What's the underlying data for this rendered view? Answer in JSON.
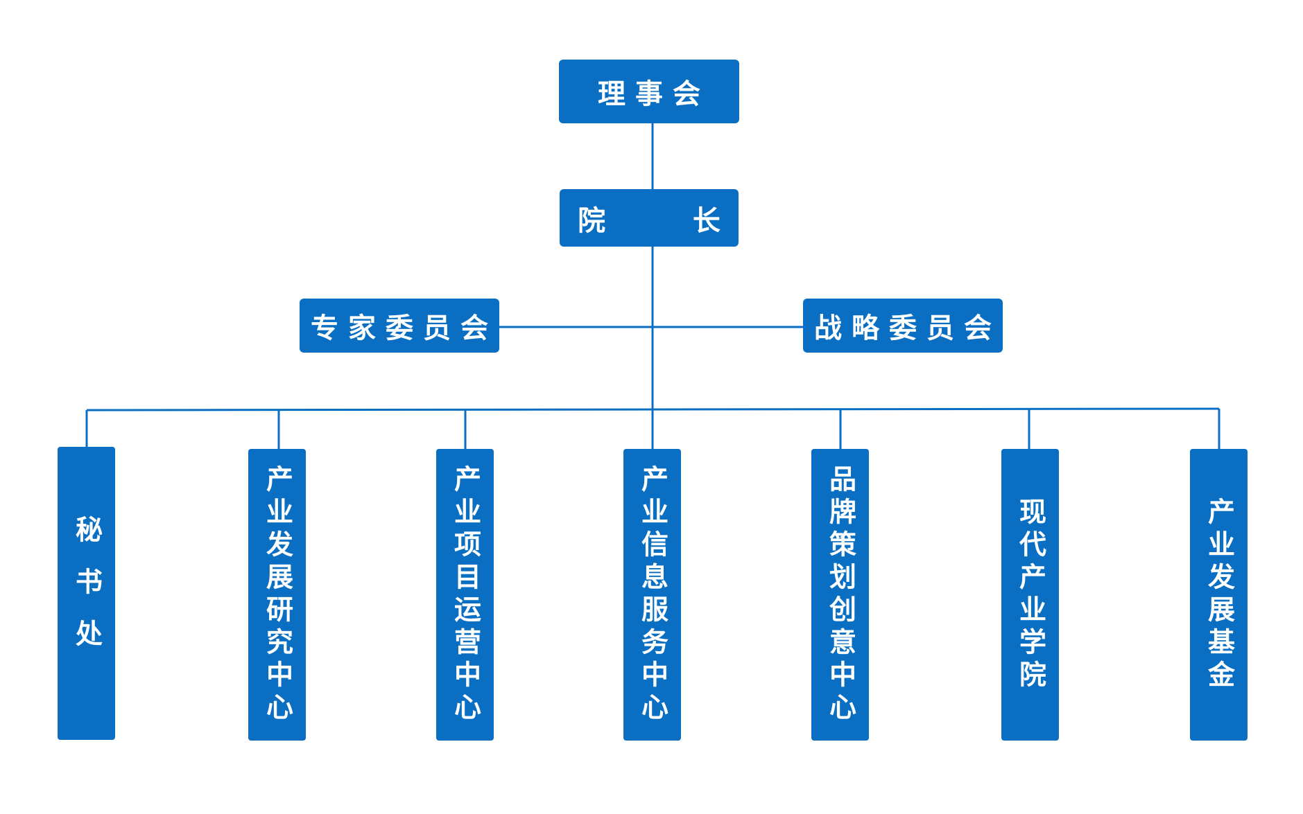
{
  "colors": {
    "box_fill": "#0a6fc2",
    "box_text": "#ffffff",
    "connector": "#0a6fc2"
  },
  "top": {
    "board": "理事会",
    "president": "院    长"
  },
  "committees": {
    "left": "专家委员会",
    "right": "战略委员会"
  },
  "departments": [
    "秘书处",
    "产业发展研究中心",
    "产业项目运营中心",
    "产业信息服务中心",
    "品牌策划创意中心",
    "现代产业学院",
    "产业发展基金"
  ]
}
